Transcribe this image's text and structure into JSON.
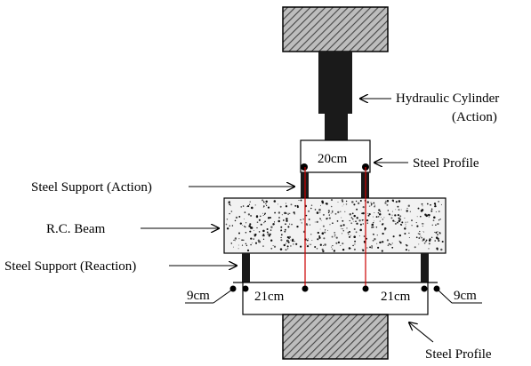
{
  "labels": {
    "hydraulic_line1": "Hydraulic Cylinder",
    "hydraulic_line2": "(Action)",
    "steel_profile_top": "Steel Profile",
    "steel_support_action": "Steel Support (Action)",
    "rc_beam": "R.C. Beam",
    "steel_support_reaction": "Steel Support (Reaction)",
    "steel_profile_bottom": "Steel Profile"
  },
  "dimensions": {
    "top_span": "20cm",
    "left_overhang": "9cm",
    "left_shear_span": "21cm",
    "right_shear_span": "21cm",
    "right_overhang": "9cm"
  },
  "colors": {
    "line": "#000000",
    "hatch": "#555555",
    "cylinder": "#1a1a1a",
    "load_path": "#cc0000",
    "concrete_bg": "#f2f2f2"
  }
}
